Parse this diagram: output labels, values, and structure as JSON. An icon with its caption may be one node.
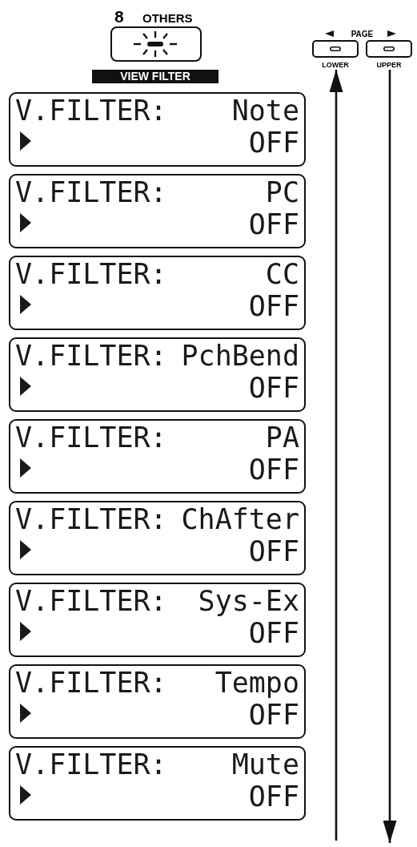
{
  "diagram": {
    "nodes": [
      {
        "text": [
          "8",
          "OTHERS",
          "VIEW FILTER"
        ]
      },
      {
        "text": [
          "LOWER"
        ]
      },
      {
        "text": [
          "UPPER"
        ]
      },
      {
        "text": [
          "V.FILTER:",
          "Note",
          "OFF"
        ]
      },
      {
        "text": [
          "V.FILTER:",
          "PC",
          "OFF"
        ]
      },
      {
        "text": [
          "V.FILTER:",
          "CC",
          "OFF"
        ]
      },
      {
        "text": [
          "V.FILTER:",
          "PchBend",
          "OFF"
        ]
      },
      {
        "text": [
          "V.FILTER:",
          "PA",
          "OFF"
        ]
      },
      {
        "text": [
          "V.FILTER:",
          "ChAfter",
          "OFF"
        ]
      },
      {
        "text": [
          "V.FILTER:",
          "Sys-Ex",
          "OFF"
        ]
      },
      {
        "text": [
          "V.FILTER:",
          "Tempo",
          "OFF"
        ]
      },
      {
        "text": [
          "V.FILTER:",
          "Mute",
          "OFF"
        ]
      }
    ],
    "edges": [
      {
        "from": null,
        "to": 1,
        "arrow": "to"
      },
      {
        "from": 2,
        "to": null,
        "arrow": "to"
      }
    ],
    "labels": [
      "PAGE"
    ]
  }
}
